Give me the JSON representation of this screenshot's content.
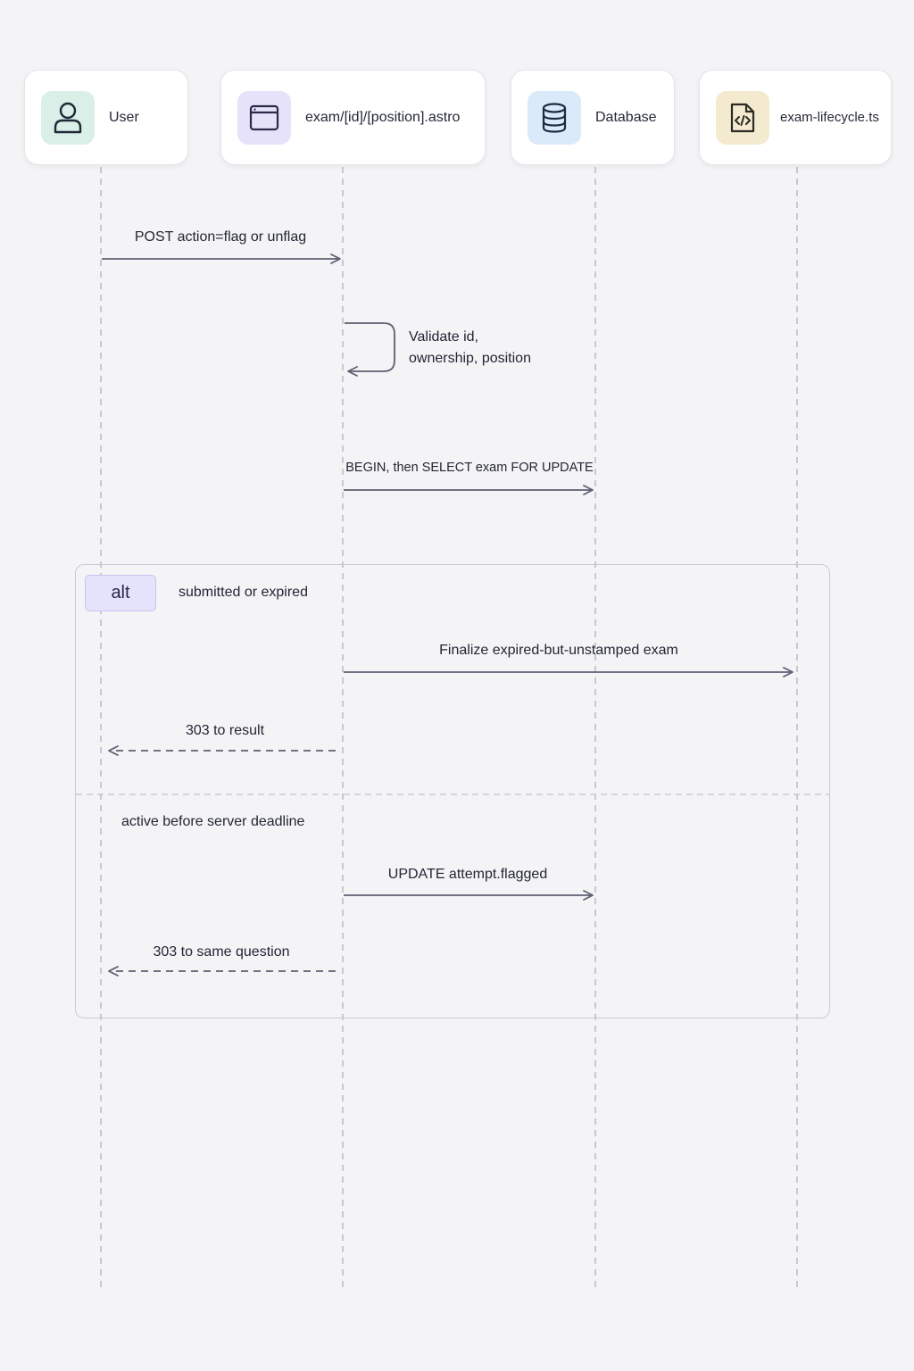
{
  "participants": [
    {
      "id": "user",
      "label": "User",
      "icon": "person-icon",
      "icon_bg": "#d9efe8"
    },
    {
      "id": "page",
      "label": "exam/[id]/[position].astro",
      "icon": "browser-window-icon",
      "icon_bg": "#e6e2fa"
    },
    {
      "id": "db",
      "label": "Database",
      "icon": "database-icon",
      "icon_bg": "#dbeafb"
    },
    {
      "id": "lib",
      "label": "exam-lifecycle.ts",
      "icon": "code-file-icon",
      "icon_bg": "#f3ead0"
    }
  ],
  "messages": [
    {
      "from": "User",
      "to": "exam/[id]/[position].astro",
      "label": "POST action=flag or unflag",
      "style": "solid"
    },
    {
      "from": "exam/[id]/[position].astro",
      "to": "exam/[id]/[position].astro",
      "label_lines": [
        "Validate id,",
        "ownership, position"
      ],
      "style": "self"
    },
    {
      "from": "exam/[id]/[position].astro",
      "to": "Database",
      "label": "BEGIN, then SELECT exam FOR UPDATE",
      "style": "solid"
    }
  ],
  "alt_frame": {
    "tag": "alt",
    "sections": [
      {
        "guard": "submitted or expired",
        "messages": [
          {
            "from": "exam/[id]/[position].astro",
            "to": "exam-lifecycle.ts",
            "label": "Finalize expired-but-unstamped exam",
            "style": "solid"
          },
          {
            "from": "exam/[id]/[position].astro",
            "to": "User",
            "label": "303 to result",
            "style": "dashed"
          }
        ]
      },
      {
        "guard": "active before server deadline",
        "messages": [
          {
            "from": "exam/[id]/[position].astro",
            "to": "Database",
            "label": "UPDATE attempt.flagged",
            "style": "solid"
          },
          {
            "from": "exam/[id]/[position].astro",
            "to": "User",
            "label": "303 to same question",
            "style": "dashed"
          }
        ]
      }
    ]
  },
  "colors": {
    "lifeline": "#b9bac6",
    "arrow": "#5d6073",
    "frame_border": "#c9cad6",
    "alt_tag_bg": "#e5e3fb"
  }
}
